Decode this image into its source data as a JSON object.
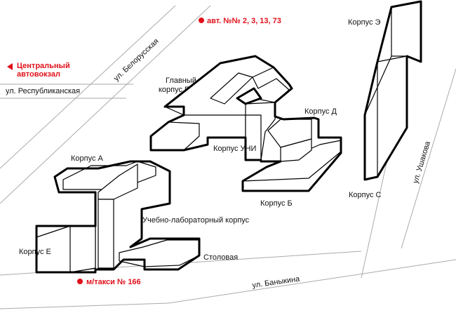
{
  "streets": {
    "belorusskaya": "ул. Белорусская",
    "respublikanskaya": "ул. Республиканская",
    "ushakova": "ул. Ушакова",
    "banykina": "ул. Баныкина"
  },
  "transport": {
    "bus": "авт. №№ 2, 3, 13, 73",
    "taxi": "м/такси № 166",
    "bus_station_line1": "Центральный",
    "bus_station_line2": "автовокзал",
    "accent_color": "#e0101a"
  },
  "buildings": {
    "e_building": "Корпус Э",
    "main_line1": "Главный",
    "main_line2": "корпус Г",
    "d_building": "Корпус Д",
    "uni_building": "Корпус УНИ",
    "a_building": "Корпус А",
    "b_building": "Корпус Б",
    "s_building": "Корпус С",
    "lab_building": "Учебно-лабораторный корпус",
    "ye_building": "Корпус Е",
    "canteen": "Столовая"
  }
}
